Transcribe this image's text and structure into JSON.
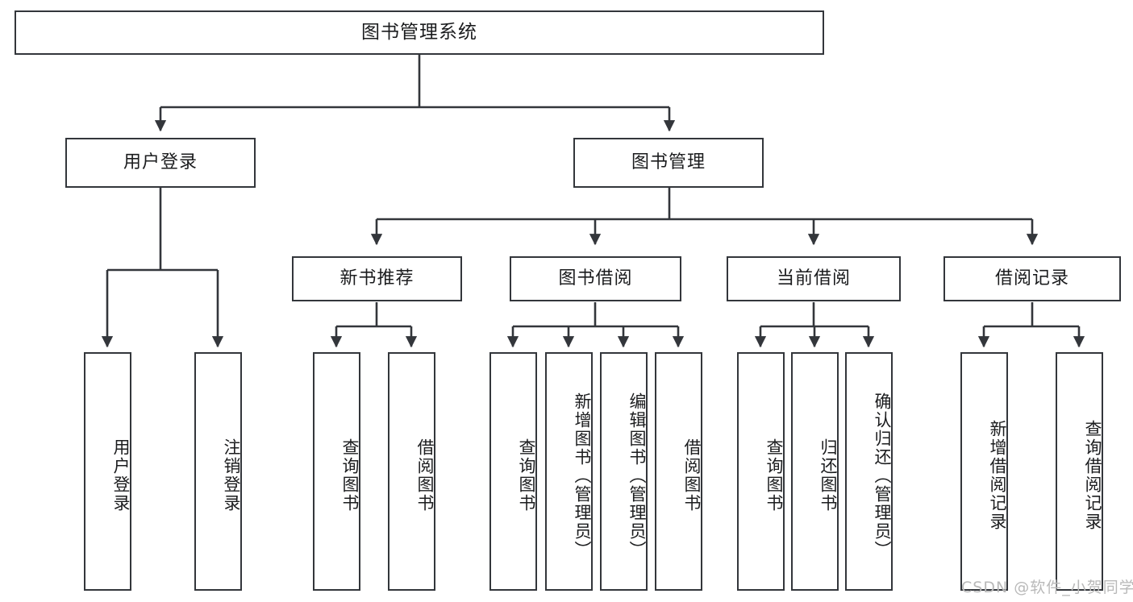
{
  "diagram": {
    "title": "图书管理系统",
    "type": "hierarchy-tree",
    "colors": {
      "stroke": "#33363b",
      "fill": "#ffffff",
      "text": "#1b1c1e",
      "watermark": "#b9b9b9"
    },
    "root": {
      "label": "图书管理系统"
    },
    "level2": [
      {
        "label": "用户登录"
      },
      {
        "label": "图书管理"
      }
    ],
    "level3": [
      {
        "label": "新书推荐"
      },
      {
        "label": "图书借阅"
      },
      {
        "label": "当前借阅"
      },
      {
        "label": "借阅记录"
      }
    ],
    "leaves": {
      "user_login": [
        {
          "label": "用户登录"
        },
        {
          "label": "注销登录"
        }
      ],
      "new_book_recommend": [
        {
          "label": "查询图书"
        },
        {
          "label": "借阅图书"
        }
      ],
      "book_borrow": [
        {
          "label": "查询图书"
        },
        {
          "label": "新增图书（管理员）"
        },
        {
          "label": "编辑图书（管理员）"
        },
        {
          "label": "借阅图书"
        }
      ],
      "current_borrow": [
        {
          "label": "查询图书"
        },
        {
          "label": "归还图书"
        },
        {
          "label": "确认归还（管理员）"
        }
      ],
      "borrow_record": [
        {
          "label": "新增借阅记录"
        },
        {
          "label": "查询借阅记录"
        }
      ]
    },
    "watermark": "CSDN @软件_小贺同学"
  }
}
